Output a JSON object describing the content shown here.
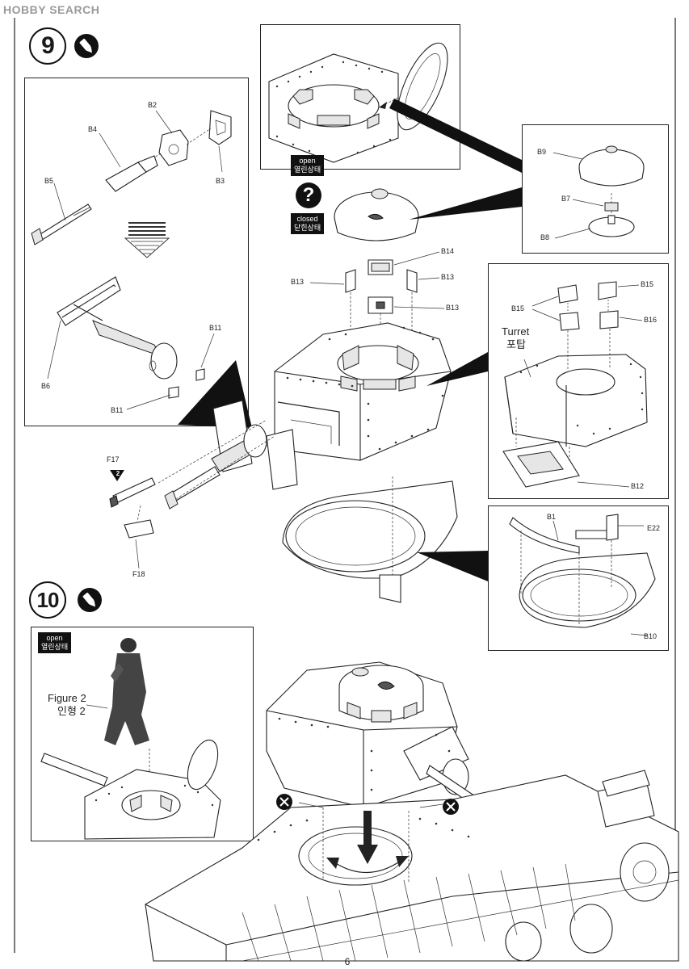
{
  "watermark": "HOBBY SEARCH",
  "page_number": "6",
  "step9": {
    "number": "9",
    "glue_icon": "glue-brush-icon",
    "open_label": "open",
    "open_label_kr": "열린상태",
    "closed_label": "closed",
    "closed_label_kr": "닫힌상태",
    "question_icon": "question-icon",
    "turret_label": "Turret",
    "turret_label_kr": "포탑",
    "parts": {
      "b2": "B2",
      "b3": "B3",
      "b4": "B4",
      "b5": "B5",
      "b6": "B6",
      "b11a": "B11",
      "b11b": "B11",
      "b9": "B9",
      "b7": "B7",
      "b8": "B8",
      "b14": "B14",
      "b13a": "B13",
      "b13b": "B13",
      "b13c": "B13",
      "b15a": "B15",
      "b15b": "B15",
      "b16": "B16",
      "b12": "B12",
      "b1": "B1",
      "e22": "E22",
      "b10": "B10",
      "f17": "F17",
      "f18": "F18"
    },
    "f17_badge": "2"
  },
  "step10": {
    "number": "10",
    "glue_icon": "glue-brush-icon",
    "open_label": "open",
    "open_label_kr": "열린상태",
    "figure_label": "Figure 2",
    "figure_label_kr": "인형 2",
    "no_glue_icon": "no-glue-icon"
  }
}
